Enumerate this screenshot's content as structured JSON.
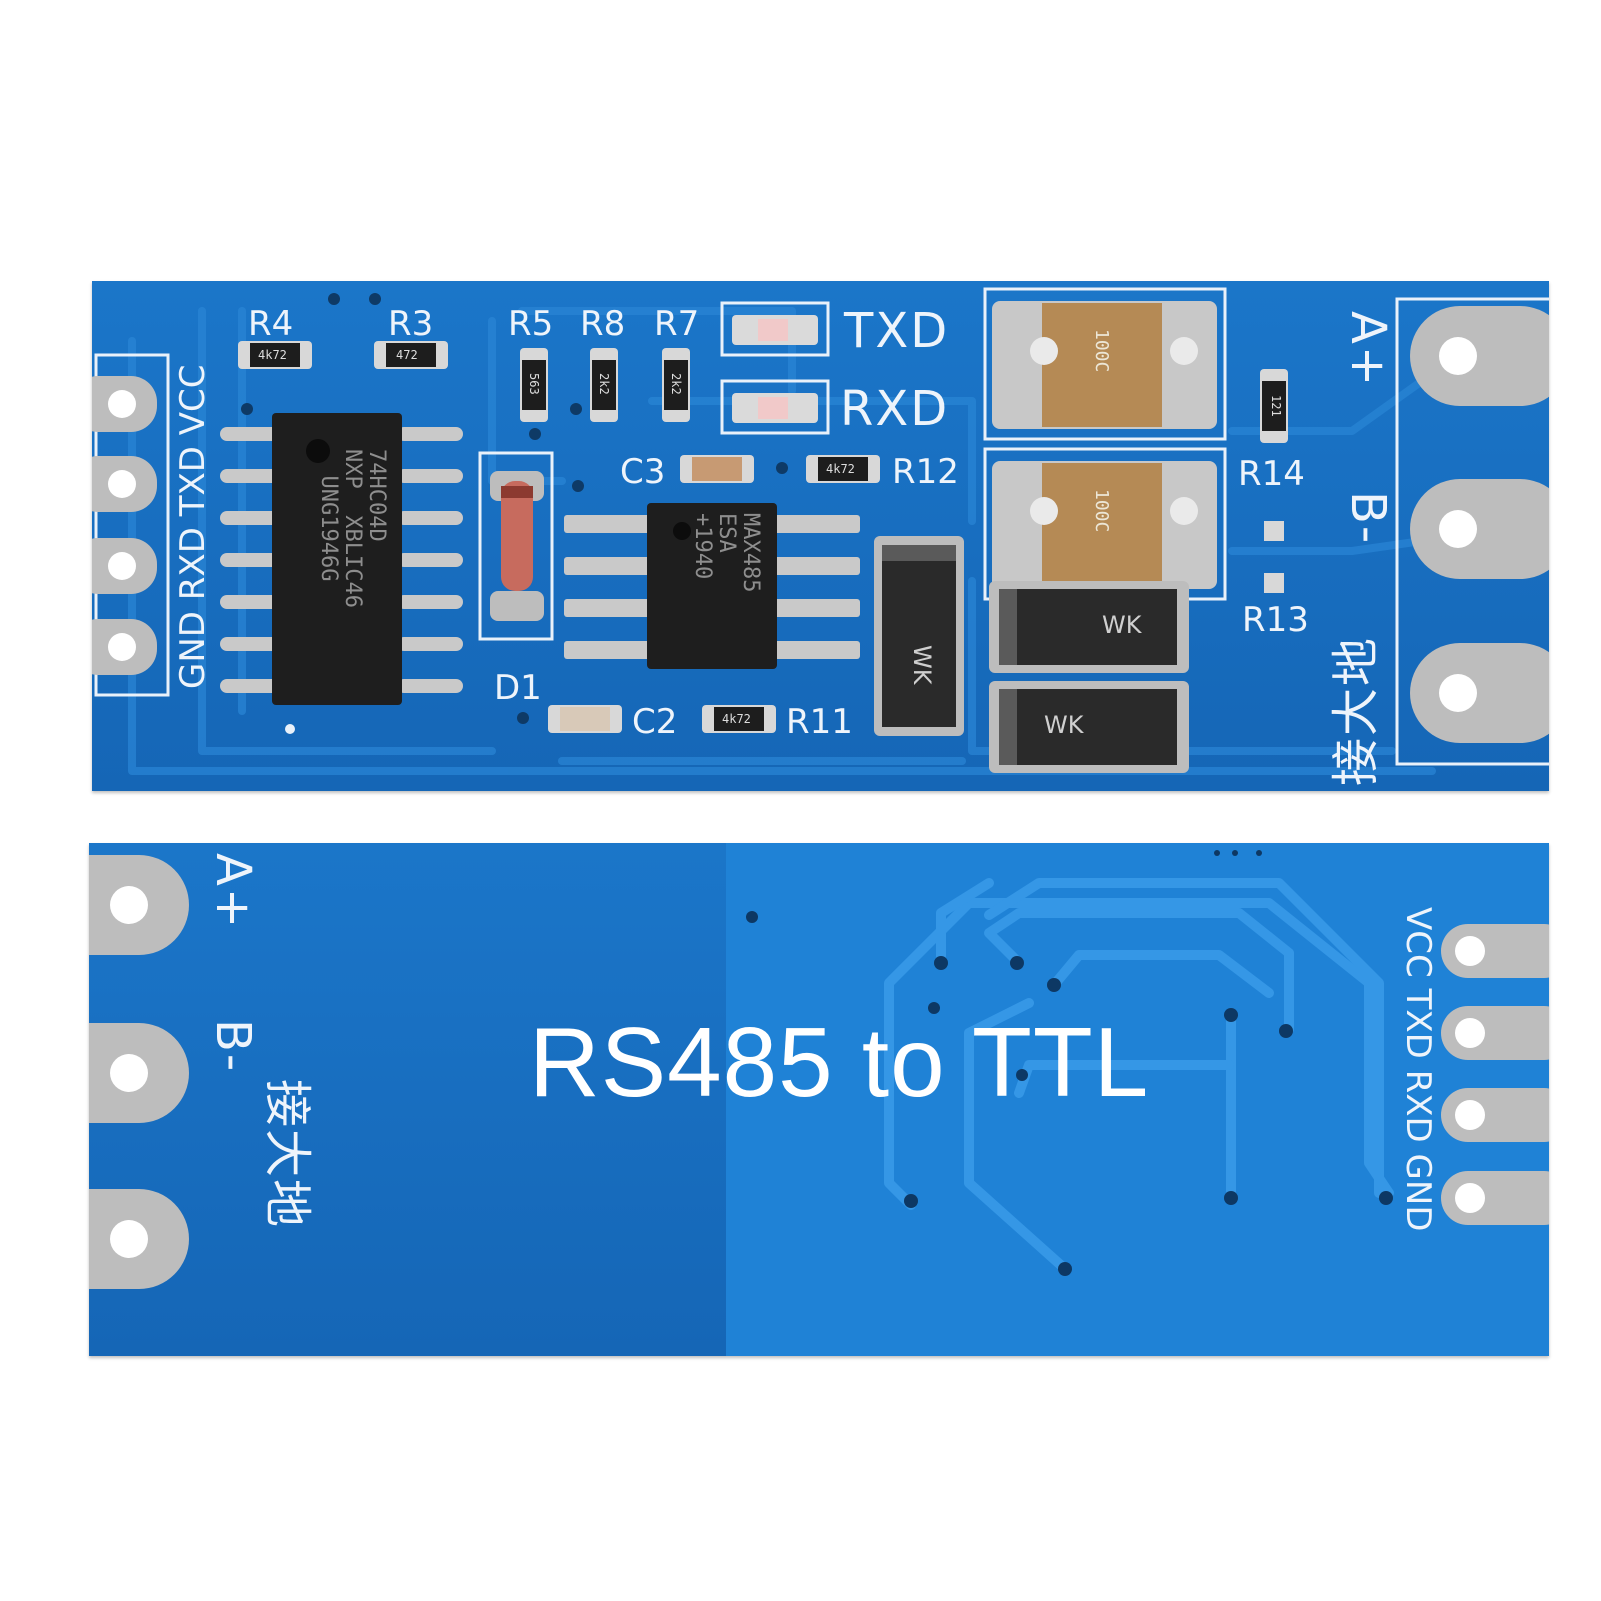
{
  "front": {
    "pin_labels": [
      "GND",
      "RXD",
      "TXD",
      "VCC"
    ],
    "terminal_labels": [
      "A+",
      "B-"
    ],
    "ground_label": "接大地",
    "led_labels": [
      "TXD",
      "RXD"
    ],
    "refs": {
      "r4": "R4",
      "r3": "R3",
      "r5": "R5",
      "r8": "R8",
      "r7": "R7",
      "c3": "C3",
      "r12": "R12",
      "r14": "R14",
      "r13": "R13",
      "d1": "D1",
      "c2": "C2",
      "r11": "R11"
    },
    "resistor_codes": {
      "r4": "4k72",
      "r3": "472",
      "r5": "563",
      "r8": "2k2",
      "r7": "2k2",
      "r12": "4k72",
      "r11": "4k72",
      "r14": "121"
    },
    "chip_inverter": "74HC04D\nNXP  XBLIC46\n  UNG1946G",
    "chip_transceiver": "MAX485\nESA\n+1940",
    "protector_code": "100C",
    "diode_mark": "WK"
  },
  "back": {
    "title": "RS485 to TTL",
    "terminal_labels": [
      "A+",
      "B-"
    ],
    "ground_label": "接大地",
    "pin_labels": [
      "VCC",
      "TXD",
      "RXD",
      "GND"
    ]
  },
  "colors": {
    "pcb_blue": "#1a72c4",
    "silkscreen": "#eef4fb",
    "pad_silver": "#bdbdbd",
    "chip_black": "#1e1e1e",
    "protector_copper": "#b58a55"
  }
}
